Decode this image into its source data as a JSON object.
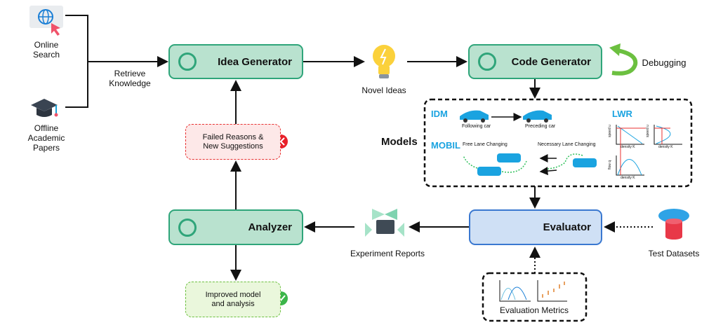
{
  "sources": {
    "online": "Online\nSearch",
    "online_l1": "Online",
    "online_l2": "Search",
    "offline_l1": "Offline",
    "offline_l2": "Academic",
    "offline_l3": "Papers",
    "retrieve_l1": "Retrieve",
    "retrieve_l2": "Knowledge"
  },
  "idea_generator": "Idea Generator",
  "novel_ideas": "Novel Ideas",
  "code_generator": "Code Generator",
  "debugging": "Debugging",
  "models": {
    "title": "Models",
    "idm": "IDM",
    "following": "Following car",
    "preceding": "Preceding car",
    "mobil": "MOBIL",
    "free": "Free Lane Changing",
    "necessary": "Necessary Lane Changing",
    "lwr": "LWR",
    "speed": "speed u",
    "density": "density K",
    "flow": "flow q"
  },
  "evaluator": "Evaluator",
  "test_datasets": "Test Datasets",
  "experiment_reports": "Experiment Reports",
  "analyzer": "Analyzer",
  "failed_l1": "Failed Reasons &",
  "failed_l2": "New Suggestions",
  "improved_l1": "Improved model",
  "improved_l2": "and analysis",
  "evaluation_metrics": "Evaluation Metrics",
  "colors": {
    "green_fill": "#b9e2cf",
    "green_border": "#2fa57a",
    "blue_fill": "#cfe0f5",
    "blue_border": "#3a78d0",
    "model_label": "#1aa3e0",
    "fail": "#e8202a",
    "ok": "#3bb54a"
  }
}
